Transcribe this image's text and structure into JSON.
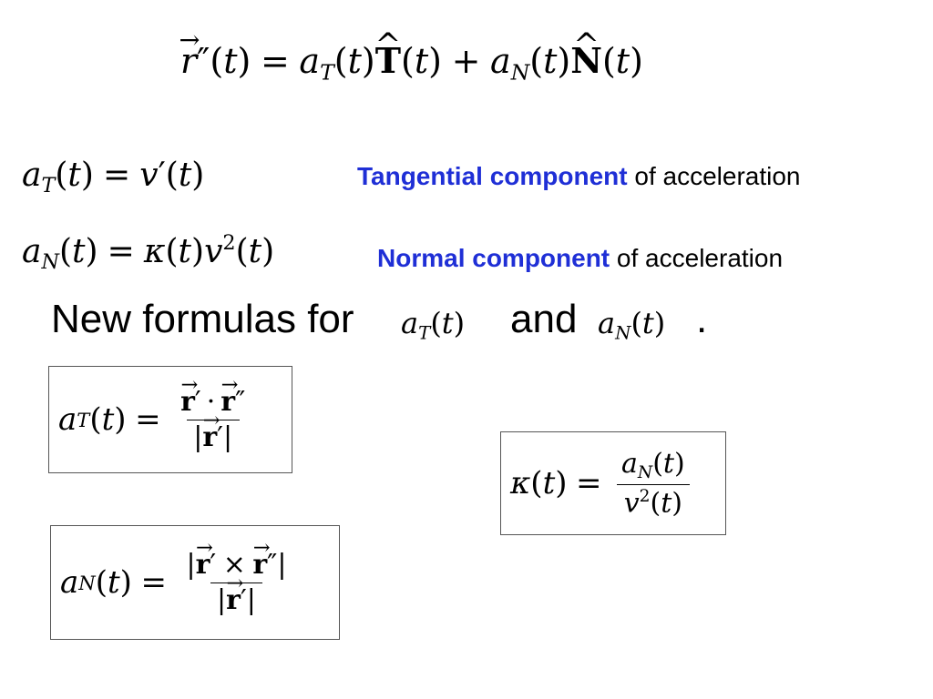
{
  "definitions": {
    "tangential_term": "Tangential component",
    "tangential_rest": "of acceleration",
    "normal_term": "Normal component",
    "normal_rest": "of acceleration"
  },
  "headline": {
    "prefix": "New formulas for",
    "and": "and",
    "period": "."
  },
  "colors": {
    "term_blue": "#1f2fd6",
    "box_border": "#555555"
  }
}
